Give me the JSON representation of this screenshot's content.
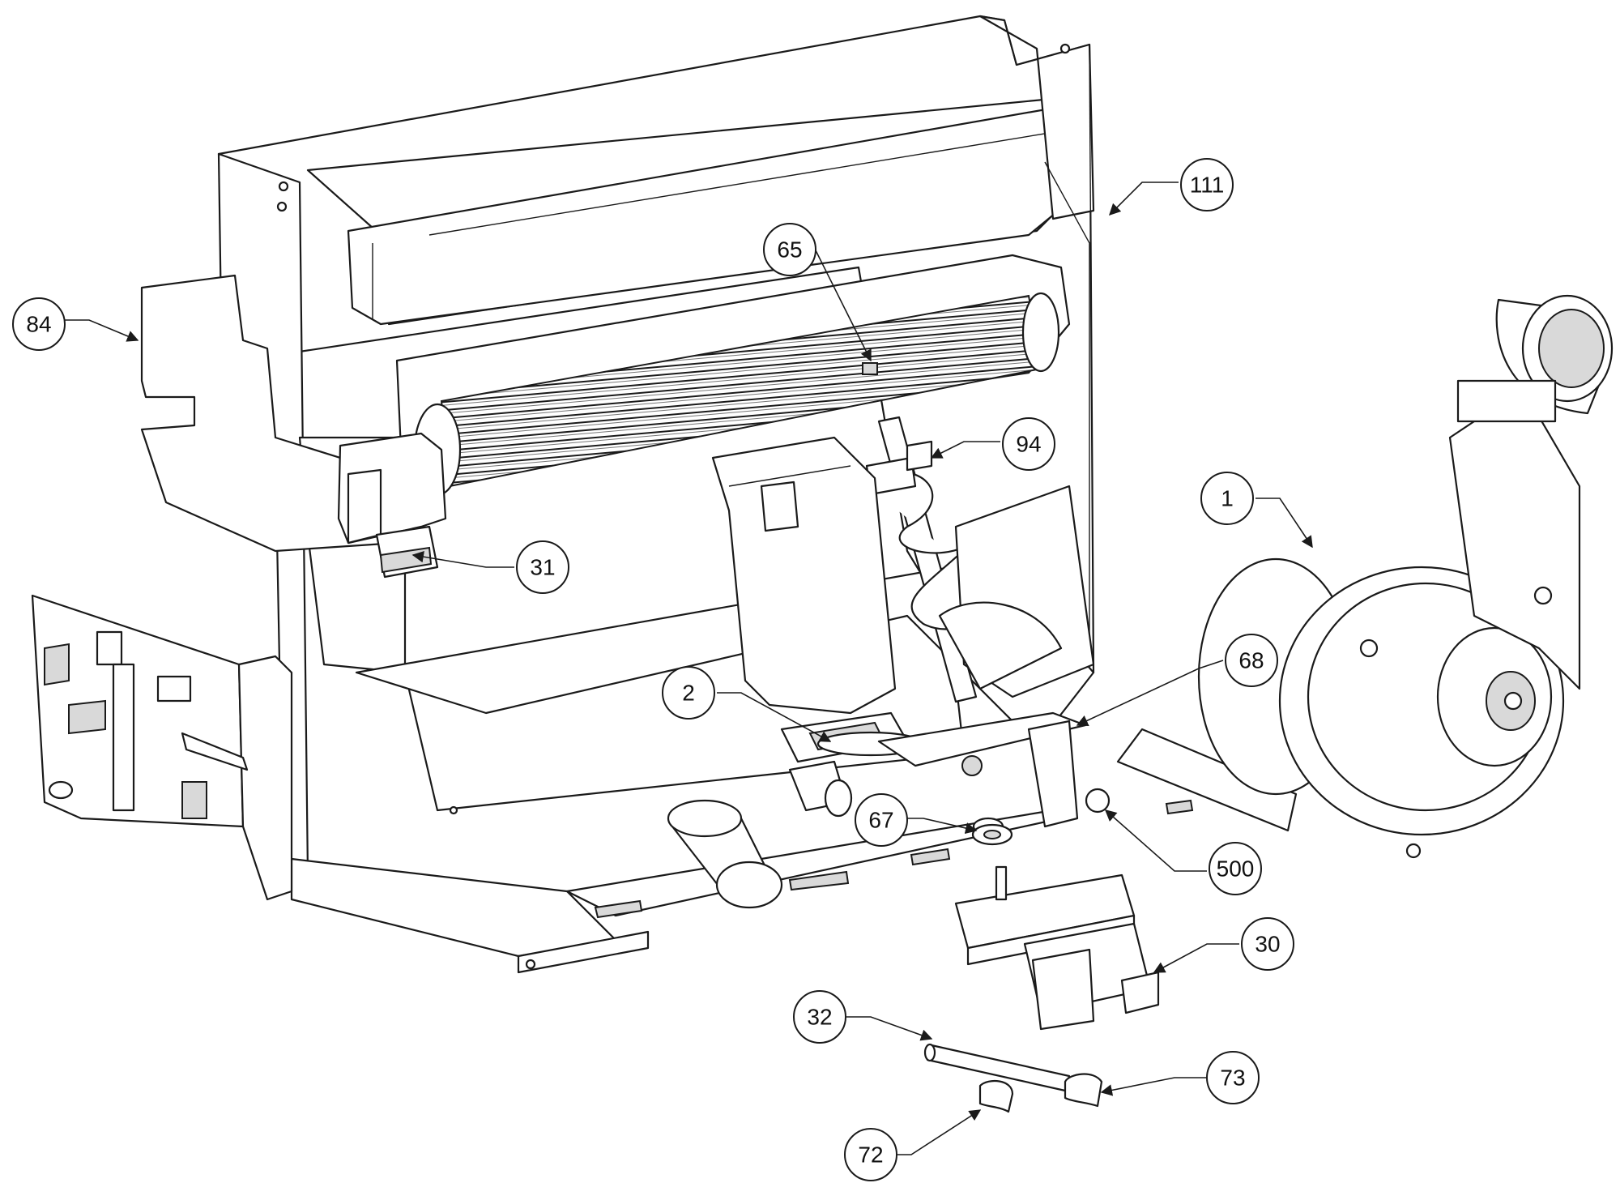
{
  "callouts": [
    {
      "id": "111",
      "label": "111"
    },
    {
      "id": "65",
      "label": "65"
    },
    {
      "id": "84",
      "label": "84"
    },
    {
      "id": "94",
      "label": "94"
    },
    {
      "id": "1",
      "label": "1"
    },
    {
      "id": "31",
      "label": "31"
    },
    {
      "id": "68",
      "label": "68"
    },
    {
      "id": "2",
      "label": "2"
    },
    {
      "id": "67",
      "label": "67"
    },
    {
      "id": "500",
      "label": "500"
    },
    {
      "id": "30",
      "label": "30"
    },
    {
      "id": "32",
      "label": "32"
    },
    {
      "id": "73",
      "label": "73"
    },
    {
      "id": "72",
      "label": "72"
    }
  ]
}
